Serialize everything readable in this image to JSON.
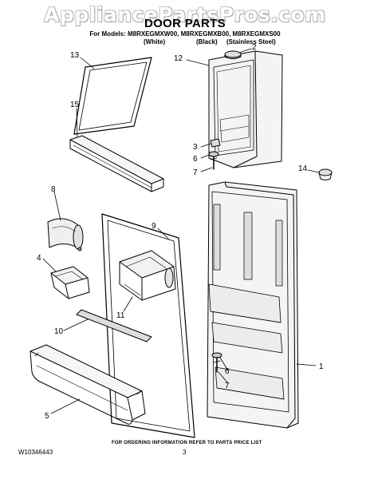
{
  "watermark": "AppliancePartsPros.com",
  "header": {
    "title": "DOOR PARTS",
    "models": "For Models: M8RXEGMXW00, M8RXEGMXB00, M8RXEGMXS00",
    "variants": [
      "(White)",
      "(Black)",
      "(Stainless Steel)"
    ]
  },
  "callouts": [
    "13",
    "12",
    "2",
    "15",
    "3",
    "6",
    "7",
    "14",
    "8",
    "9",
    "4",
    "11",
    "10",
    "1",
    "6",
    "7",
    "5"
  ],
  "footer": {
    "note": "FOR ORDERING INFORMATION REFER TO PARTS PRICE LIST",
    "doc_id": "W10346443",
    "page": "3"
  }
}
